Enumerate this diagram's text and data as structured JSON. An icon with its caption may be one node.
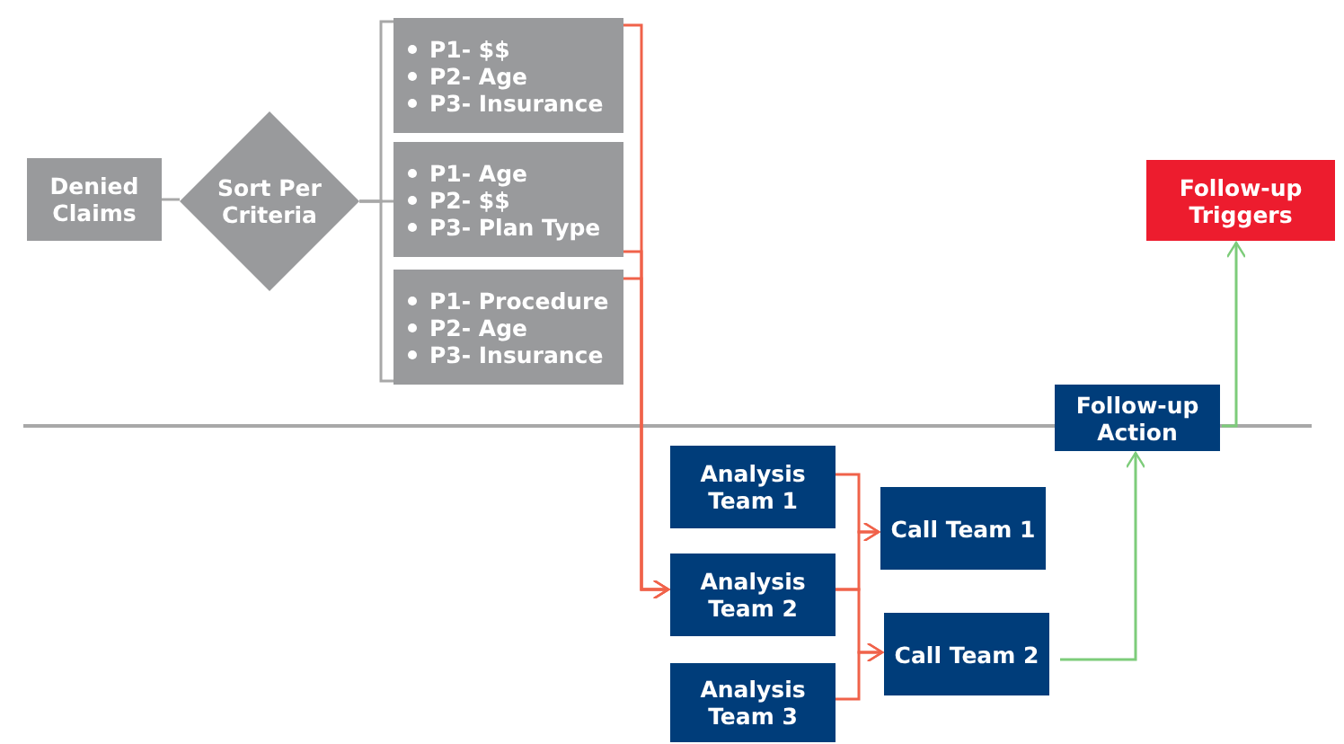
{
  "diagram": {
    "nodes": [
      {
        "text": [
          "Denied Claims"
        ]
      },
      {
        "text": [
          "Sort Per Criteria"
        ]
      },
      {
        "text": [
          "P1- $$",
          "P2- Age",
          "P3- Insurance"
        ]
      },
      {
        "text": [
          "P1- Age",
          "P2- $$",
          "P3- Plan Type"
        ]
      },
      {
        "text": [
          "P1- Procedure",
          "P2- Age",
          "P3- Insurance"
        ]
      },
      {
        "text": [
          "Analysis Team 1"
        ]
      },
      {
        "text": [
          "Analysis Team 2"
        ]
      },
      {
        "text": [
          "Analysis Team 3"
        ]
      },
      {
        "text": [
          "Call Team 1"
        ]
      },
      {
        "text": [
          "Call Team 2"
        ]
      },
      {
        "text": [
          "Follow-up Action"
        ]
      },
      {
        "text": [
          "Follow-up Triggers"
        ]
      }
    ],
    "edges": [
      {
        "from": 0,
        "to": 1,
        "arrow": "none",
        "color": "#a8a8a8"
      },
      {
        "from": 1,
        "to": 2,
        "arrow": "none",
        "color": "#a8a8a8"
      },
      {
        "from": 1,
        "to": 3,
        "arrow": "none",
        "color": "#a8a8a8"
      },
      {
        "from": 1,
        "to": 4,
        "arrow": "none",
        "color": "#a8a8a8"
      },
      {
        "from": 2,
        "to": 6,
        "arrow": "to",
        "color": "#f0624a"
      },
      {
        "from": 3,
        "to": 6,
        "arrow": "to",
        "color": "#f0624a"
      },
      {
        "from": 4,
        "to": 6,
        "arrow": "to",
        "color": "#f0624a"
      },
      {
        "from": 5,
        "to": 8,
        "arrow": "to",
        "color": "#f0624a"
      },
      {
        "from": 6,
        "to": 8,
        "arrow": "to",
        "color": "#f0624a"
      },
      {
        "from": 6,
        "to": 9,
        "arrow": "to",
        "color": "#f0624a"
      },
      {
        "from": 7,
        "to": 9,
        "arrow": "to",
        "color": "#f0624a"
      },
      {
        "from": 9,
        "to": 10,
        "arrow": "to",
        "color": "#7dcc7a"
      },
      {
        "from": 10,
        "to": 11,
        "arrow": "to",
        "color": "#7dcc7a"
      }
    ]
  }
}
